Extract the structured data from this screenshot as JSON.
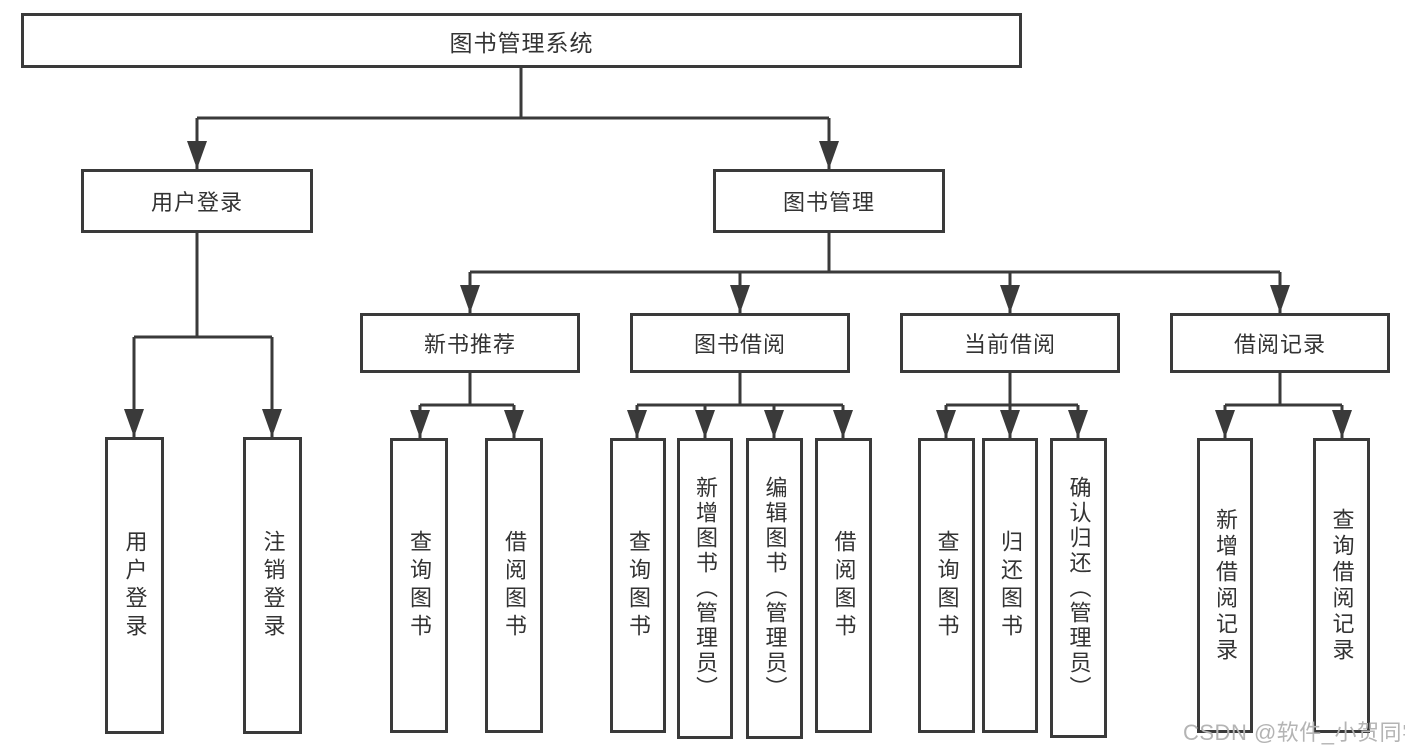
{
  "tree": {
    "root": "图书管理系统",
    "branches": [
      {
        "label": "用户登录",
        "children": [
          "用户登录",
          "注销登录"
        ]
      },
      {
        "label": "图书管理",
        "sections": [
          {
            "label": "新书推荐",
            "children": [
              "查询图书",
              "借阅图书"
            ]
          },
          {
            "label": "图书借阅",
            "children": [
              "查询图书",
              "新增图书（管理员）",
              "编辑图书（管理员）",
              "借阅图书"
            ]
          },
          {
            "label": "当前借阅",
            "children": [
              "查询图书",
              "归还图书",
              "确认归还（管理员）"
            ]
          },
          {
            "label": "借阅记录",
            "children": [
              "新增借阅记录",
              "查询借阅记录"
            ]
          }
        ]
      }
    ]
  },
  "watermark": {
    "text": "CSDN @软件_小贺同学",
    "color": "#b4b4b4"
  },
  "colors": {
    "line": "#3a3a3a",
    "text": "#333333",
    "background": "#ffffff"
  }
}
